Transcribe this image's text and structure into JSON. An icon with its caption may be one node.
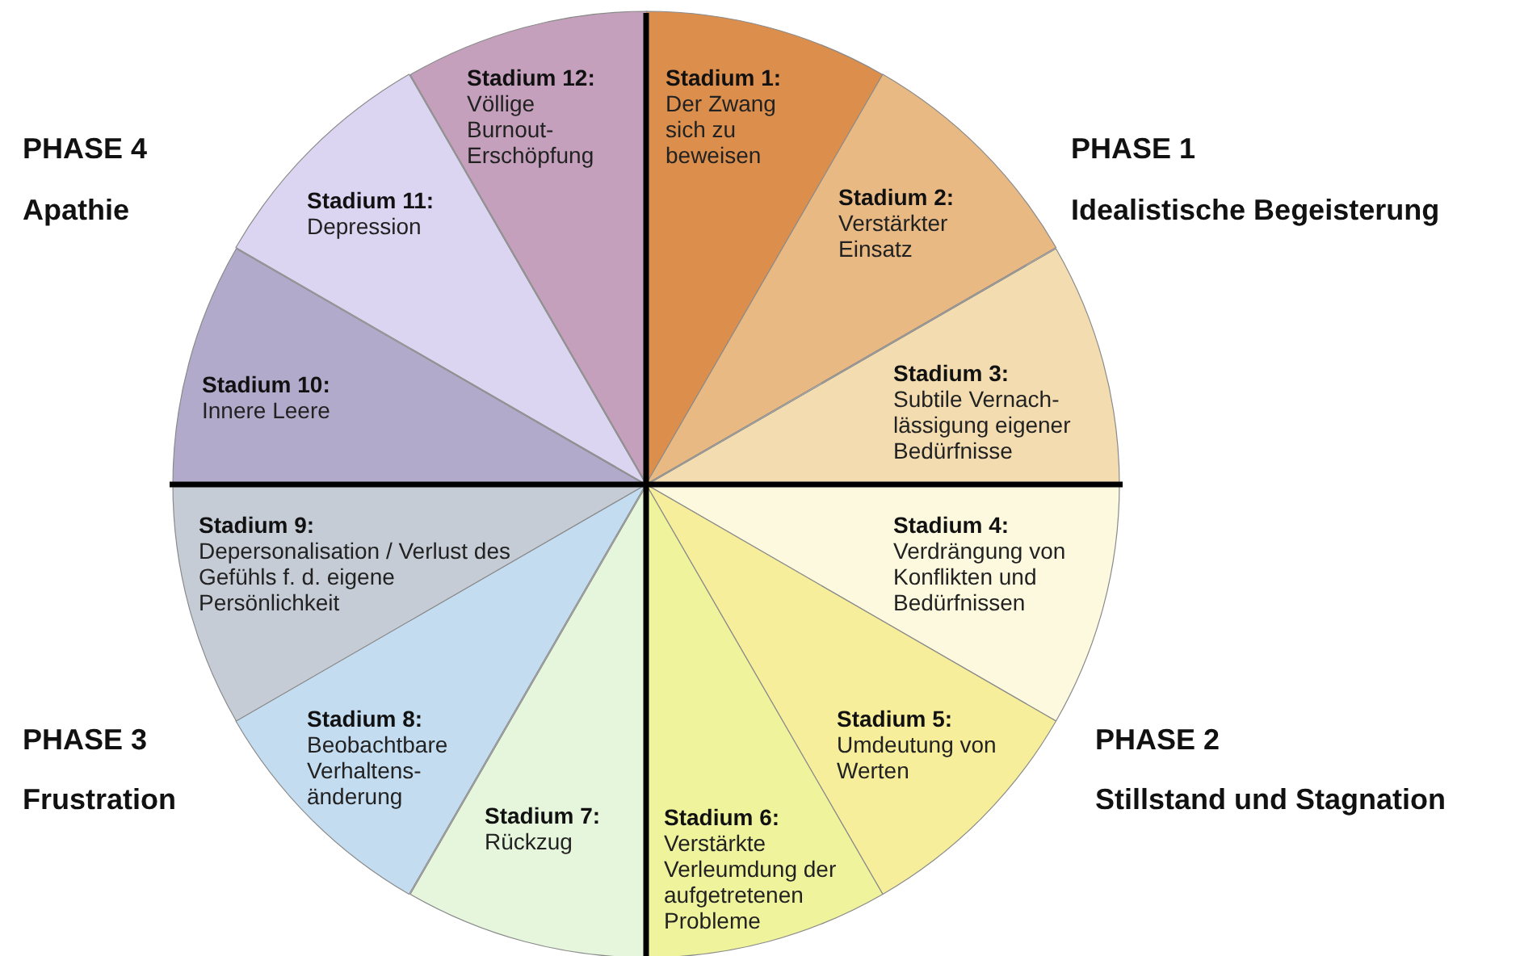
{
  "diagram": {
    "nodes": [
      {
        "text": [
          "Stadium 1:",
          "Der Zwang sich zu beweisen"
        ]
      },
      {
        "text": [
          "Stadium 2:",
          "Verstärkter Einsatz"
        ]
      },
      {
        "text": [
          "Stadium 3:",
          "Subtile Vernach-lässigung eigener Bedürfnisse"
        ]
      },
      {
        "text": [
          "Stadium 4:",
          "Verdrängung von Konflikten und Bedürfnissen"
        ]
      },
      {
        "text": [
          "Stadium 5:",
          "Umdeutung von Werten"
        ]
      },
      {
        "text": [
          "Stadium 6:",
          "Verstärkte Verleumdung der aufgetretenen Probleme"
        ]
      },
      {
        "text": [
          "Stadium 7:",
          "Rückzug"
        ]
      },
      {
        "text": [
          "Stadium 8:",
          "Beobachtbare Verhaltens-änderung"
        ]
      },
      {
        "text": [
          "Stadium 9:",
          "Depersonalisation / Verlust des Gefühls f. d. eigene Persönlichkeit"
        ]
      },
      {
        "text": [
          "Stadium 10:",
          "Innere Leere"
        ]
      },
      {
        "text": [
          "Stadium 11:",
          "Depression"
        ]
      },
      {
        "text": [
          "Stadium 12:",
          "Völlige Burnout-Erschöpfung"
        ]
      }
    ],
    "labels": [
      "PHASE 4",
      "PHASE 1",
      "Apathie",
      "Idealistische Begeisterung",
      "PHASE 3",
      "PHASE 2",
      "Frustration",
      "Stillstand und Stagnation"
    ]
  }
}
